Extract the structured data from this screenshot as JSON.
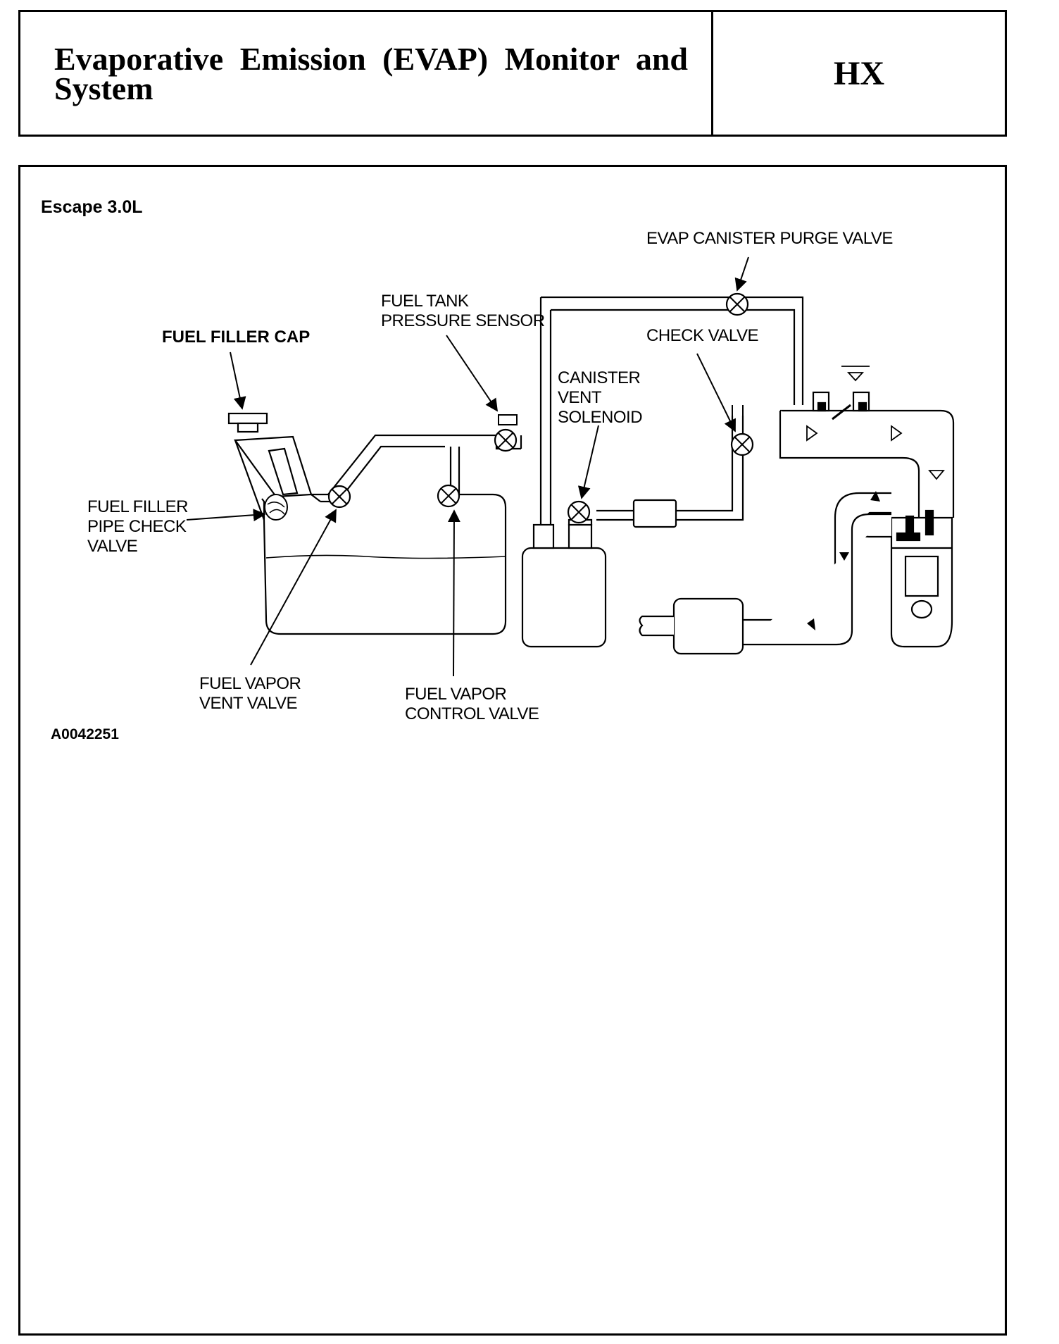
{
  "header": {
    "title": "Evaporative Emission (EVAP) Monitor and System",
    "code": "HX"
  },
  "figure": {
    "variant": "Escape 3.0L",
    "figure_id": "A0042251",
    "labels": {
      "fuel_filler_cap": "FUEL FILLER CAP",
      "fuel_filler_pipe_check_valve": [
        "FUEL FILLER",
        "PIPE CHECK",
        "VALVE"
      ],
      "fuel_tank_pressure_sensor": [
        "FUEL TANK",
        "PRESSURE SENSOR"
      ],
      "evap_canister_purge_valve": "EVAP CANISTER PURGE VALVE",
      "check_valve": "CHECK VALVE",
      "canister_vent_solenoid": [
        "CANISTER",
        "VENT",
        "SOLENOID"
      ],
      "fuel_vapor_vent_valve": [
        "FUEL VAPOR",
        "VENT VALVE"
      ],
      "fuel_vapor_control_valve": [
        "FUEL VAPOR",
        "CONTROL VALVE"
      ]
    }
  }
}
